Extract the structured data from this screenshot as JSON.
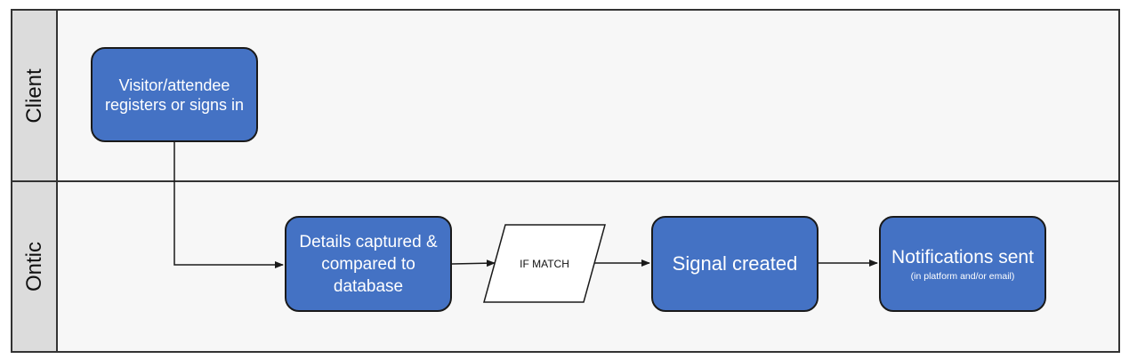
{
  "lanes": {
    "client": "Client",
    "ontic": "Ontic"
  },
  "nodes": {
    "visitor": "Visitor/attendee registers or signs in",
    "details": "Details captured & compared to database",
    "decision": "IF MATCH",
    "signal": "Signal created",
    "notifications": "Notifications sent",
    "notifications_sub": "(in platform and/or email)"
  },
  "colors": {
    "process_fill": "#4472c4",
    "lane_header": "#dcdcdc",
    "lane_body": "#f7f7f7",
    "stroke": "#1a1a1a"
  }
}
